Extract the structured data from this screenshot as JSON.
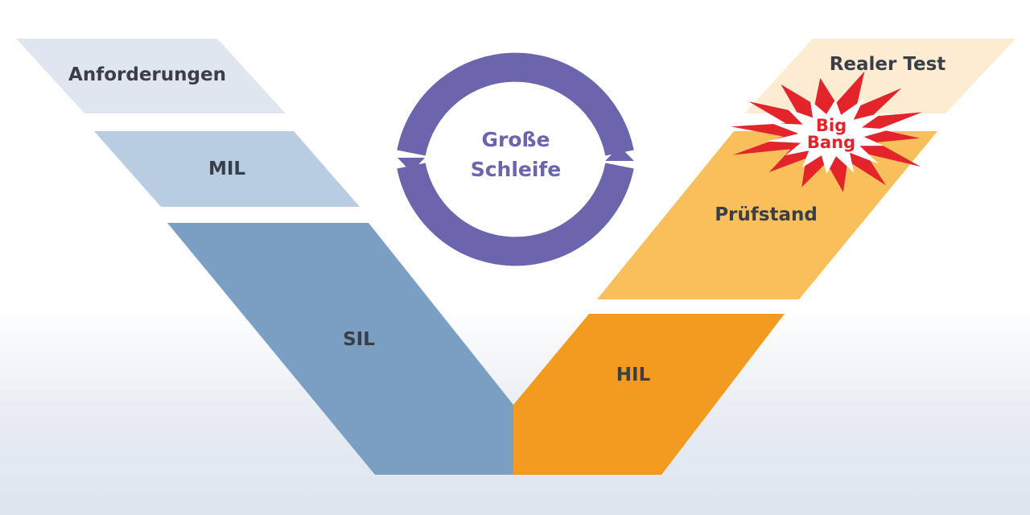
{
  "left_stages": {
    "requirements": "Anforderungen",
    "mil": "MIL",
    "sil": "SIL"
  },
  "right_stages": {
    "real_test": "Realer Test",
    "test_bench": "Prüfstand",
    "hil": "HIL"
  },
  "loop": {
    "line1": "Große",
    "line2": "Schleife"
  },
  "big_bang": {
    "line1": "Big",
    "line2": "Bang"
  },
  "colors": {
    "requirements": "#dfe6f0",
    "mil": "#b9cde2",
    "sil": "#7b9fc3",
    "real_test": "#fdebd2",
    "test_bench": "#f8bf5b",
    "hil": "#f39b1e",
    "loop": "#6a65ad",
    "burst_red": "#e3242b"
  }
}
